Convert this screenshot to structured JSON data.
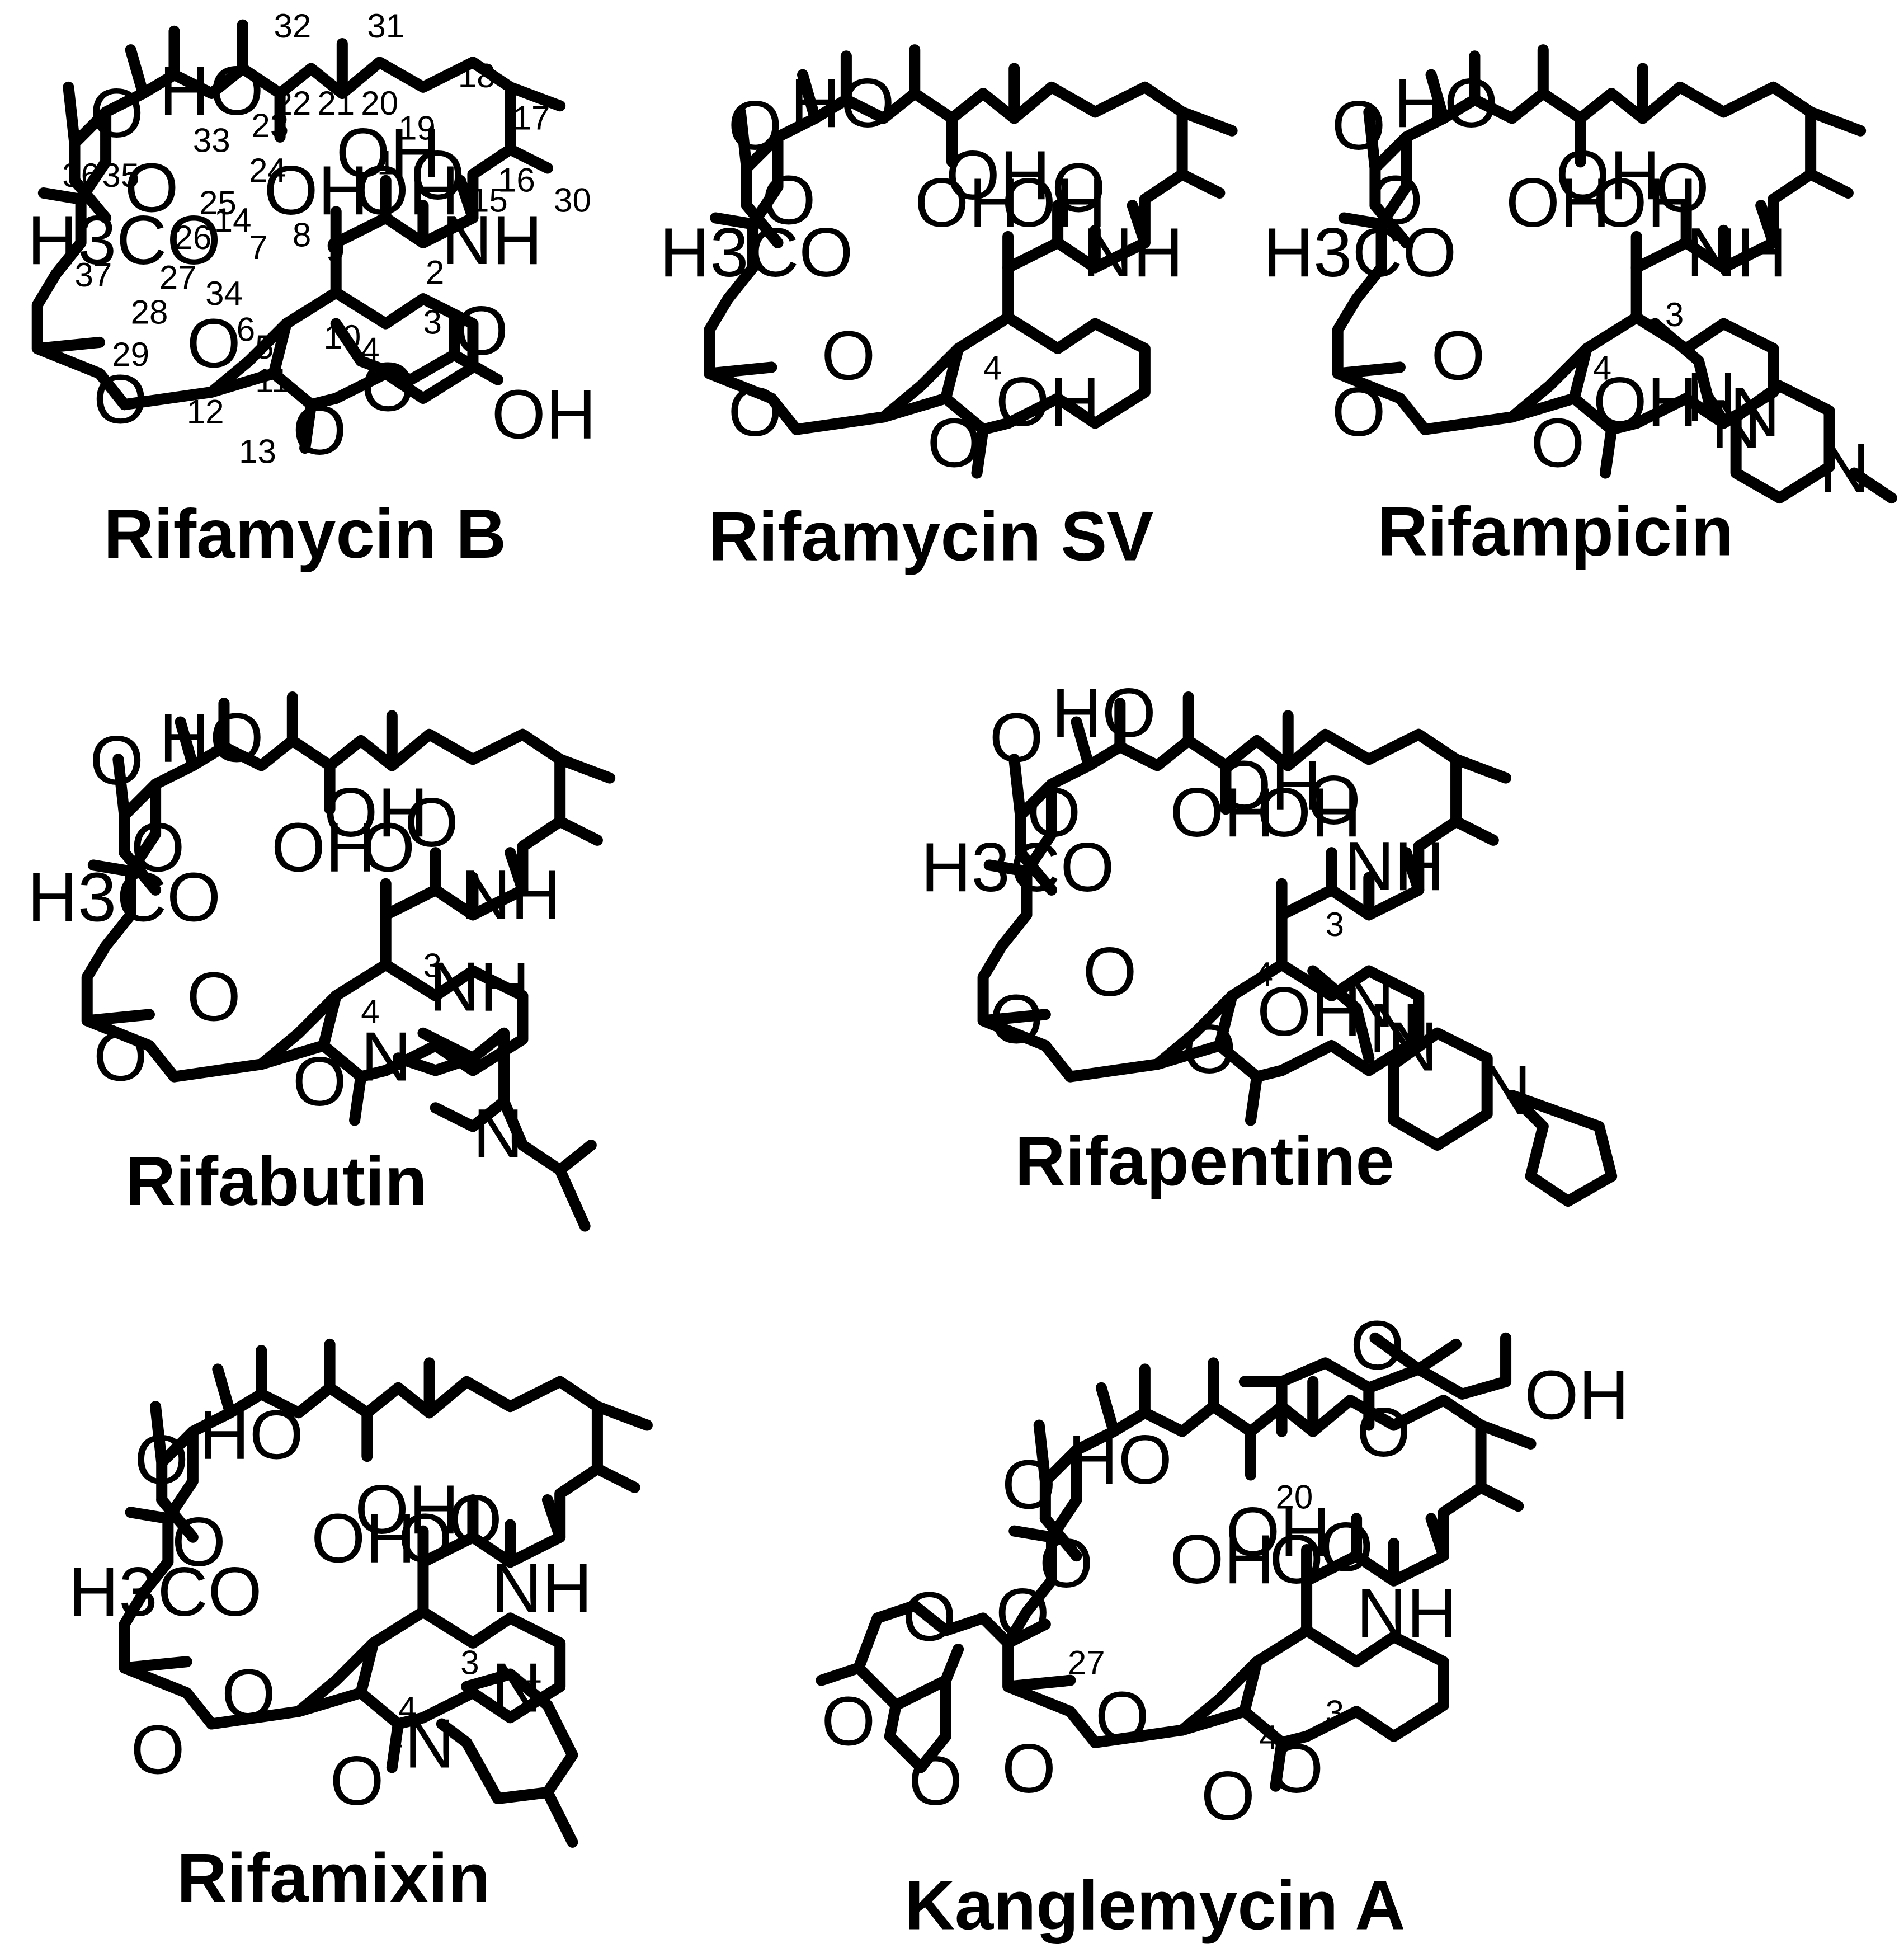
{
  "figure": {
    "compounds": [
      {
        "name": "Rifamycin B",
        "atoms": [
          "HO",
          "OH",
          "OH",
          "OH",
          "O",
          "O",
          "NH",
          "H3CO",
          "O",
          "O",
          "O",
          "O",
          "O",
          "O",
          "OH"
        ],
        "locants": [
          "1",
          "2",
          "3",
          "4",
          "5",
          "6",
          "7",
          "8",
          "9",
          "10",
          "11",
          "12",
          "13",
          "14",
          "15",
          "16",
          "17",
          "18",
          "19",
          "20",
          "21",
          "22",
          "23",
          "24",
          "25",
          "26",
          "27",
          "28",
          "29",
          "30",
          "31",
          "32",
          "33",
          "34",
          "35",
          "36",
          "37"
        ]
      },
      {
        "name": "Rifamycin SV",
        "atoms": [
          "HO",
          "OH",
          "OH",
          "OH",
          "O",
          "O",
          "NH",
          "H3CO",
          "O",
          "O",
          "O",
          "O",
          "OH"
        ],
        "locants": [
          "4"
        ]
      },
      {
        "name": "Rifampicin",
        "atoms": [
          "HO",
          "OH",
          "OH",
          "OH",
          "O",
          "O",
          "NH",
          "H3CO",
          "O",
          "O",
          "O",
          "O",
          "OH",
          "N",
          "N",
          "N",
          "N"
        ],
        "locants": [
          "3",
          "4"
        ]
      },
      {
        "name": "Rifabutin",
        "atoms": [
          "HO",
          "OH",
          "OH",
          "O",
          "O",
          "O",
          "NH",
          "H3CO",
          "O",
          "O",
          "O",
          "O",
          "NH",
          "N",
          "N"
        ],
        "locants": [
          "3",
          "4"
        ]
      },
      {
        "name": "Rifapentine",
        "atoms": [
          "HO",
          "OH",
          "OH",
          "OH",
          "O",
          "O",
          "NH",
          "H3CO",
          "O",
          "O",
          "O",
          "O",
          "OH",
          "N",
          "N",
          "N",
          "N"
        ],
        "locants": [
          "3",
          "4"
        ]
      },
      {
        "name": "Rifamixin",
        "atoms": [
          "HO",
          "OH",
          "OH",
          "O",
          "O",
          "O",
          "NH",
          "H3CO",
          "O",
          "O",
          "O",
          "O",
          "N",
          "+",
          "N",
          "-"
        ],
        "locants": [
          "3",
          "4"
        ]
      },
      {
        "name": "Kanglemycin A",
        "atoms": [
          "HO",
          "OH",
          "OH",
          "O",
          "O",
          "O",
          "NH",
          "O",
          "O",
          "O",
          "O",
          "O",
          "O",
          "O",
          "O",
          "O",
          "O",
          "O",
          "OH"
        ],
        "locants": [
          "3",
          "4",
          "20",
          "27"
        ]
      }
    ]
  }
}
